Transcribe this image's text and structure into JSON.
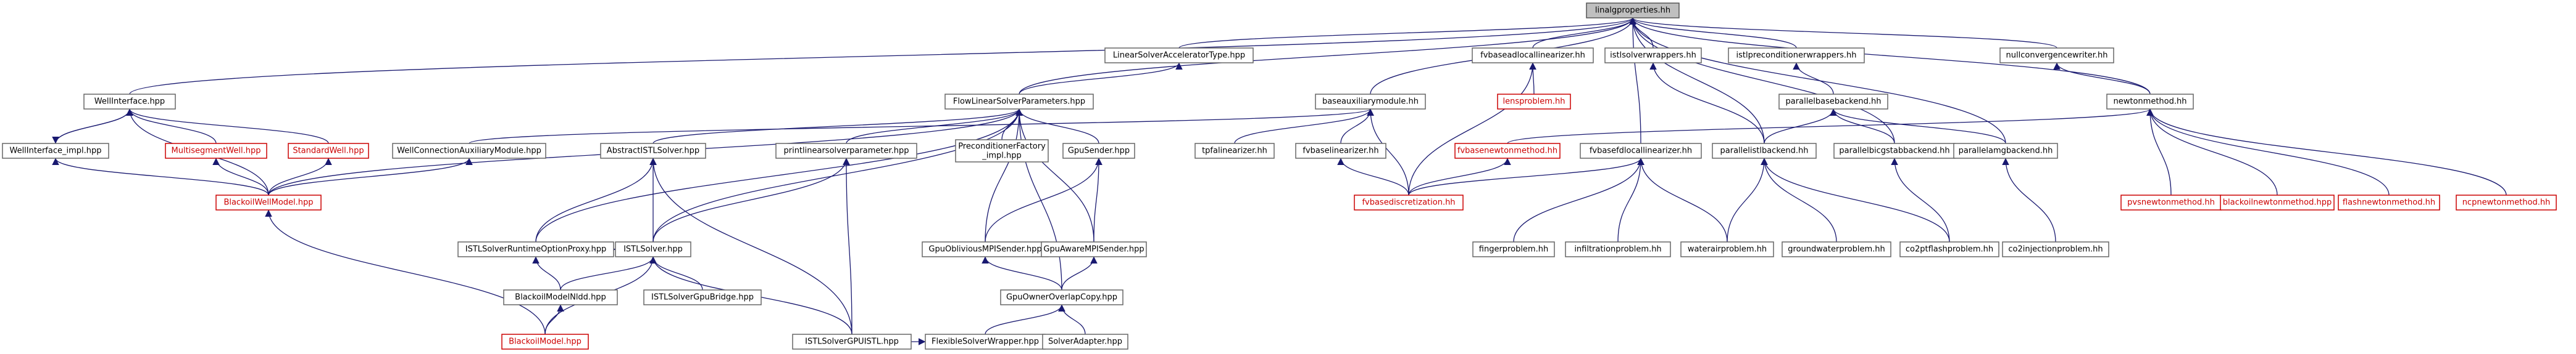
{
  "colors": {
    "edge": "#191970",
    "node_border": "#666666",
    "root_fill": "#bfbfbf",
    "missing_border": "#cc0000",
    "missing_text": "#cc0000"
  },
  "graph": {
    "title": "linalgproperties.hh include dependency graph",
    "nodes": [
      {
        "id": "linalg",
        "label": "linalgproperties.hh",
        "kind": "root"
      },
      {
        "id": "wellinterface",
        "label": "WellInterface.hpp",
        "kind": "normal"
      },
      {
        "id": "linearsolveraccel",
        "label": "LinearSolverAcceleratorType.hpp",
        "kind": "normal"
      },
      {
        "id": "fvbaseadlocal",
        "label": "fvbaseadlocallinearizer.hh",
        "kind": "normal"
      },
      {
        "id": "istlsolverwrappers",
        "label": "istlsolverwrappers.hh",
        "kind": "normal"
      },
      {
        "id": "istlprecondwrappers",
        "label": "istlpreconditionerwrappers.hh",
        "kind": "normal"
      },
      {
        "id": "nullconvergence",
        "label": "nullconvergencewriter.hh",
        "kind": "normal"
      },
      {
        "id": "wellinterfaceimpl",
        "label": "WellInterface_impl.hpp",
        "kind": "normal"
      },
      {
        "id": "multisegment",
        "label": "MultisegmentWell.hpp",
        "kind": "missing"
      },
      {
        "id": "standardwell",
        "label": "StandardWell.hpp",
        "kind": "missing"
      },
      {
        "id": "blackoilwellmodel",
        "label": "BlackoilWellModel.hpp",
        "kind": "missing"
      },
      {
        "id": "flowlinearsolverparams",
        "label": "FlowLinearSolverParameters.hpp",
        "kind": "normal"
      },
      {
        "id": "baseauxiliary",
        "label": "baseauxiliarymodule.hh",
        "kind": "normal"
      },
      {
        "id": "lensproblem",
        "label": "lensproblem.hh",
        "kind": "missing"
      },
      {
        "id": "parallelbasebackend",
        "label": "parallelbasebackend.hh",
        "kind": "normal"
      },
      {
        "id": "newtonmethod",
        "label": "newtonmethod.hh",
        "kind": "normal"
      },
      {
        "id": "wellconnaux",
        "label": "WellConnectionAuxiliaryModule.hpp",
        "kind": "normal"
      },
      {
        "id": "abstractistl",
        "label": "AbstractISTLSolver.hpp",
        "kind": "normal"
      },
      {
        "id": "printlinearsolverparams",
        "label": "printlinearsolverparameter.hpp",
        "kind": "normal"
      },
      {
        "id": "precondfactoryimpl",
        "label_lines": [
          "PreconditionerFactory",
          "_impl.hpp"
        ],
        "kind": "normal"
      },
      {
        "id": "gpusender",
        "label": "GpuSender.hpp",
        "kind": "normal"
      },
      {
        "id": "tpfalinearizer",
        "label": "tpfalinearizer.hh",
        "kind": "normal"
      },
      {
        "id": "fvbaselinearizer",
        "label": "fvbaselinearizer.hh",
        "kind": "normal"
      },
      {
        "id": "fvbasenewton",
        "label": "fvbasenewtonmethod.hh",
        "kind": "missing"
      },
      {
        "id": "fvbasefdlocal",
        "label": "fvbasefdlocallinearizer.hh",
        "kind": "normal"
      },
      {
        "id": "parallelistlbackend",
        "label": "parallelistlbackend.hh",
        "kind": "normal"
      },
      {
        "id": "parallelbicgstab",
        "label": "parallelbicgstabbackend.hh",
        "kind": "normal"
      },
      {
        "id": "parallelamg",
        "label": "parallelamgbackend.hh",
        "kind": "normal"
      },
      {
        "id": "istlsolver",
        "label": "ISTLSolver.hpp",
        "kind": "normal"
      },
      {
        "id": "gpuoblivious",
        "label": "GpuObliviousMPISender.hpp",
        "kind": "normal"
      },
      {
        "id": "gpuaware",
        "label": "GpuAwareMPISender.hpp",
        "kind": "normal"
      },
      {
        "id": "fvbasediscretization",
        "label": "fvbasediscretization.hh",
        "kind": "missing"
      },
      {
        "id": "fingerproblem",
        "label": "fingerproblem.hh",
        "kind": "normal"
      },
      {
        "id": "infiltrationproblem",
        "label": "infiltrationproblem.hh",
        "kind": "normal"
      },
      {
        "id": "waterairproblem",
        "label": "waterairproblem.hh",
        "kind": "normal"
      },
      {
        "id": "groundwaterproblem",
        "label": "groundwaterproblem.hh",
        "kind": "normal"
      },
      {
        "id": "co2ptflash",
        "label": "co2ptflashproblem.hh",
        "kind": "normal"
      },
      {
        "id": "co2injection",
        "label": "co2injectionproblem.hh",
        "kind": "normal"
      },
      {
        "id": "pvsnewton",
        "label": "pvsnewtonmethod.hh",
        "kind": "missing"
      },
      {
        "id": "blackoilnewton",
        "label": "blackoilnewtonmethod.hpp",
        "kind": "missing"
      },
      {
        "id": "flashnewton",
        "label": "flashnewtonmethod.hh",
        "kind": "missing"
      },
      {
        "id": "ncpnewton",
        "label": "ncpnewtonmethod.hh",
        "kind": "missing"
      },
      {
        "id": "istlruntimeoption",
        "label": "ISTLSolverRuntimeOptionProxy.hpp",
        "kind": "normal"
      },
      {
        "id": "istlgpubridge",
        "label": "ISTLSolverGpuBridge.hpp",
        "kind": "normal"
      },
      {
        "id": "gpuowneroverlap",
        "label": "GpuOwnerOverlapCopy.hpp",
        "kind": "normal"
      },
      {
        "id": "blackoilmodelnldd",
        "label": "BlackoilModelNldd.hpp",
        "kind": "normal"
      },
      {
        "id": "flexiblesolverwrapper",
        "label": "FlexibleSolverWrapper.hpp",
        "kind": "normal"
      },
      {
        "id": "solveradapter",
        "label": "SolverAdapter.hpp",
        "kind": "normal"
      },
      {
        "id": "blackoilmodel",
        "label": "BlackoilModel.hpp",
        "kind": "missing"
      },
      {
        "id": "istlsolvergpuistl",
        "label": "ISTLSolverGPUISTL.hpp",
        "kind": "normal"
      }
    ],
    "edges": [
      [
        "wellinterface",
        "linalg"
      ],
      [
        "linearsolveraccel",
        "linalg"
      ],
      [
        "fvbaseadlocal",
        "linalg"
      ],
      [
        "istlsolverwrappers",
        "linalg"
      ],
      [
        "istlprecondwrappers",
        "linalg"
      ],
      [
        "nullconvergence",
        "linalg"
      ],
      [
        "flowlinearsolverparams",
        "linalg"
      ],
      [
        "baseauxiliary",
        "linalg"
      ],
      [
        "newtonmethod",
        "linalg"
      ],
      [
        "fvbasefdlocal",
        "linalg"
      ],
      [
        "parallelistlbackend",
        "linalg"
      ],
      [
        "parallelbicgstab",
        "linalg"
      ],
      [
        "parallelamg",
        "linalg"
      ],
      [
        "wellinterfaceimpl",
        "wellinterface"
      ],
      [
        "multisegment",
        "wellinterface"
      ],
      [
        "standardwell",
        "wellinterface"
      ],
      [
        "blackoilwellmodel",
        "wellinterface"
      ],
      [
        "wellinterface",
        "wellinterfaceimpl"
      ],
      [
        "blackoilwellmodel",
        "wellinterfaceimpl"
      ],
      [
        "blackoilwellmodel",
        "multisegment"
      ],
      [
        "blackoilwellmodel",
        "standardwell"
      ],
      [
        "blackoilwellmodel",
        "wellconnaux"
      ],
      [
        "flowlinearsolverparams",
        "linearsolveraccel"
      ],
      [
        "lensproblem",
        "fvbaseadlocal"
      ],
      [
        "fvbasediscretization",
        "fvbaseadlocal"
      ],
      [
        "parallelistlbackend",
        "istlsolverwrappers"
      ],
      [
        "parallelbasebackend",
        "istlprecondwrappers"
      ],
      [
        "newtonmethod",
        "nullconvergence"
      ],
      [
        "blackoilwellmodel",
        "flowlinearsolverparams"
      ],
      [
        "abstractistl",
        "flowlinearsolverparams"
      ],
      [
        "printlinearsolverparams",
        "flowlinearsolverparams"
      ],
      [
        "precondfactoryimpl",
        "flowlinearsolverparams"
      ],
      [
        "gpusender",
        "flowlinearsolverparams"
      ],
      [
        "istlsolver",
        "flowlinearsolverparams"
      ],
      [
        "istlruntimeoption",
        "flowlinearsolverparams"
      ],
      [
        "gpuoblivious",
        "flowlinearsolverparams"
      ],
      [
        "gpuaware",
        "flowlinearsolverparams"
      ],
      [
        "gpuowneroverlap",
        "flowlinearsolverparams"
      ],
      [
        "wellconnaux",
        "baseauxiliary"
      ],
      [
        "tpfalinearizer",
        "baseauxiliary"
      ],
      [
        "fvbaselinearizer",
        "baseauxiliary"
      ],
      [
        "fvbasediscretization",
        "baseauxiliary"
      ],
      [
        "parallelistlbackend",
        "parallelbasebackend"
      ],
      [
        "parallelbicgstab",
        "parallelbasebackend"
      ],
      [
        "parallelamg",
        "parallelbasebackend"
      ],
      [
        "fvbasenewton",
        "newtonmethod"
      ],
      [
        "pvsnewton",
        "newtonmethod"
      ],
      [
        "blackoilnewton",
        "newtonmethod"
      ],
      [
        "flashnewton",
        "newtonmethod"
      ],
      [
        "ncpnewton",
        "newtonmethod"
      ],
      [
        "istlsolver",
        "abstractistl"
      ],
      [
        "istlruntimeoption",
        "abstractistl"
      ],
      [
        "istlsolvergpuistl",
        "abstractistl"
      ],
      [
        "istlsolver",
        "printlinearsolverparams"
      ],
      [
        "istlsolvergpuistl",
        "printlinearsolverparams"
      ],
      [
        "gpuoblivious",
        "gpusender"
      ],
      [
        "gpuaware",
        "gpusender"
      ],
      [
        "fvbasediscretization",
        "fvbaselinearizer"
      ],
      [
        "fvbasediscretization",
        "fvbasenewton"
      ],
      [
        "fvbasediscretization",
        "fvbasefdlocal"
      ],
      [
        "fingerproblem",
        "fvbasefdlocal"
      ],
      [
        "infiltrationproblem",
        "fvbasefdlocal"
      ],
      [
        "waterairproblem",
        "fvbasefdlocal"
      ],
      [
        "waterairproblem",
        "parallelistlbackend"
      ],
      [
        "groundwaterproblem",
        "parallelistlbackend"
      ],
      [
        "co2ptflash",
        "parallelistlbackend"
      ],
      [
        "co2ptflash",
        "parallelbicgstab"
      ],
      [
        "co2injection",
        "parallelamg"
      ],
      [
        "istlruntimeoption",
        "istlsolver"
      ],
      [
        "istlgpubridge",
        "istlsolver"
      ],
      [
        "blackoilmodelnldd",
        "istlsolver"
      ],
      [
        "blackoilmodel",
        "istlsolver"
      ],
      [
        "istlsolvergpuistl",
        "istlsolver"
      ],
      [
        "gpuowneroverlap",
        "gpuoblivious"
      ],
      [
        "gpuowneroverlap",
        "gpuaware"
      ],
      [
        "blackoilmodelnldd",
        "istlruntimeoption"
      ],
      [
        "blackoilmodel",
        "blackoilmodelnldd"
      ],
      [
        "blackoilmodel",
        "blackoilwellmodel"
      ],
      [
        "flexiblesolverwrapper",
        "gpuowneroverlap"
      ],
      [
        "solveradapter",
        "gpuowneroverlap"
      ],
      [
        "istlsolvergpuistl",
        "flexiblesolverwrapper"
      ]
    ]
  }
}
